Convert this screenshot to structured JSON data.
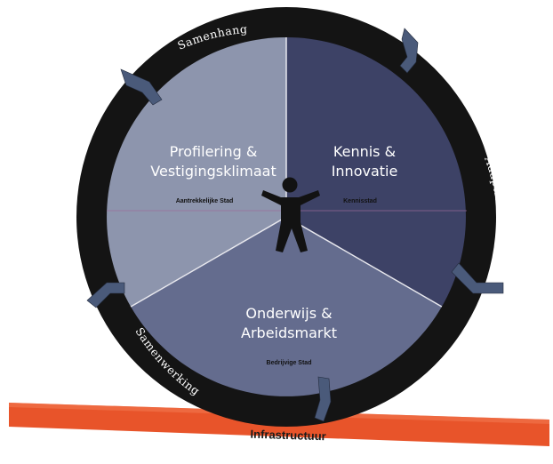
{
  "diagram": {
    "segments": [
      {
        "title_line1": "Profilering &",
        "title_line2": "Vestigingsklimaat",
        "subtitle": "Aantrekkelijke Stad",
        "color": "#8d95ad"
      },
      {
        "title_line1": "Kennis &",
        "title_line2": "Innovatie",
        "subtitle": "Kennisstad",
        "color": "#3d4266"
      },
      {
        "title_line1": "Onderwijs &",
        "title_line2": "Arbeidsmarkt",
        "subtitle": "Bedrijvige Stad",
        "color": "#646c8e"
      }
    ],
    "ring_labels": {
      "top": "Samenhang",
      "right": "Adaptief",
      "bottom_left": "Samenwerking"
    },
    "base_label": "Infrastructuur",
    "colors": {
      "ring": "#141414",
      "arrow": "#4a5a7a",
      "base_bar": "#e8542a",
      "figure": "#121212"
    },
    "icons": [
      "person-icon",
      "cycle-arrow-icon"
    ]
  }
}
